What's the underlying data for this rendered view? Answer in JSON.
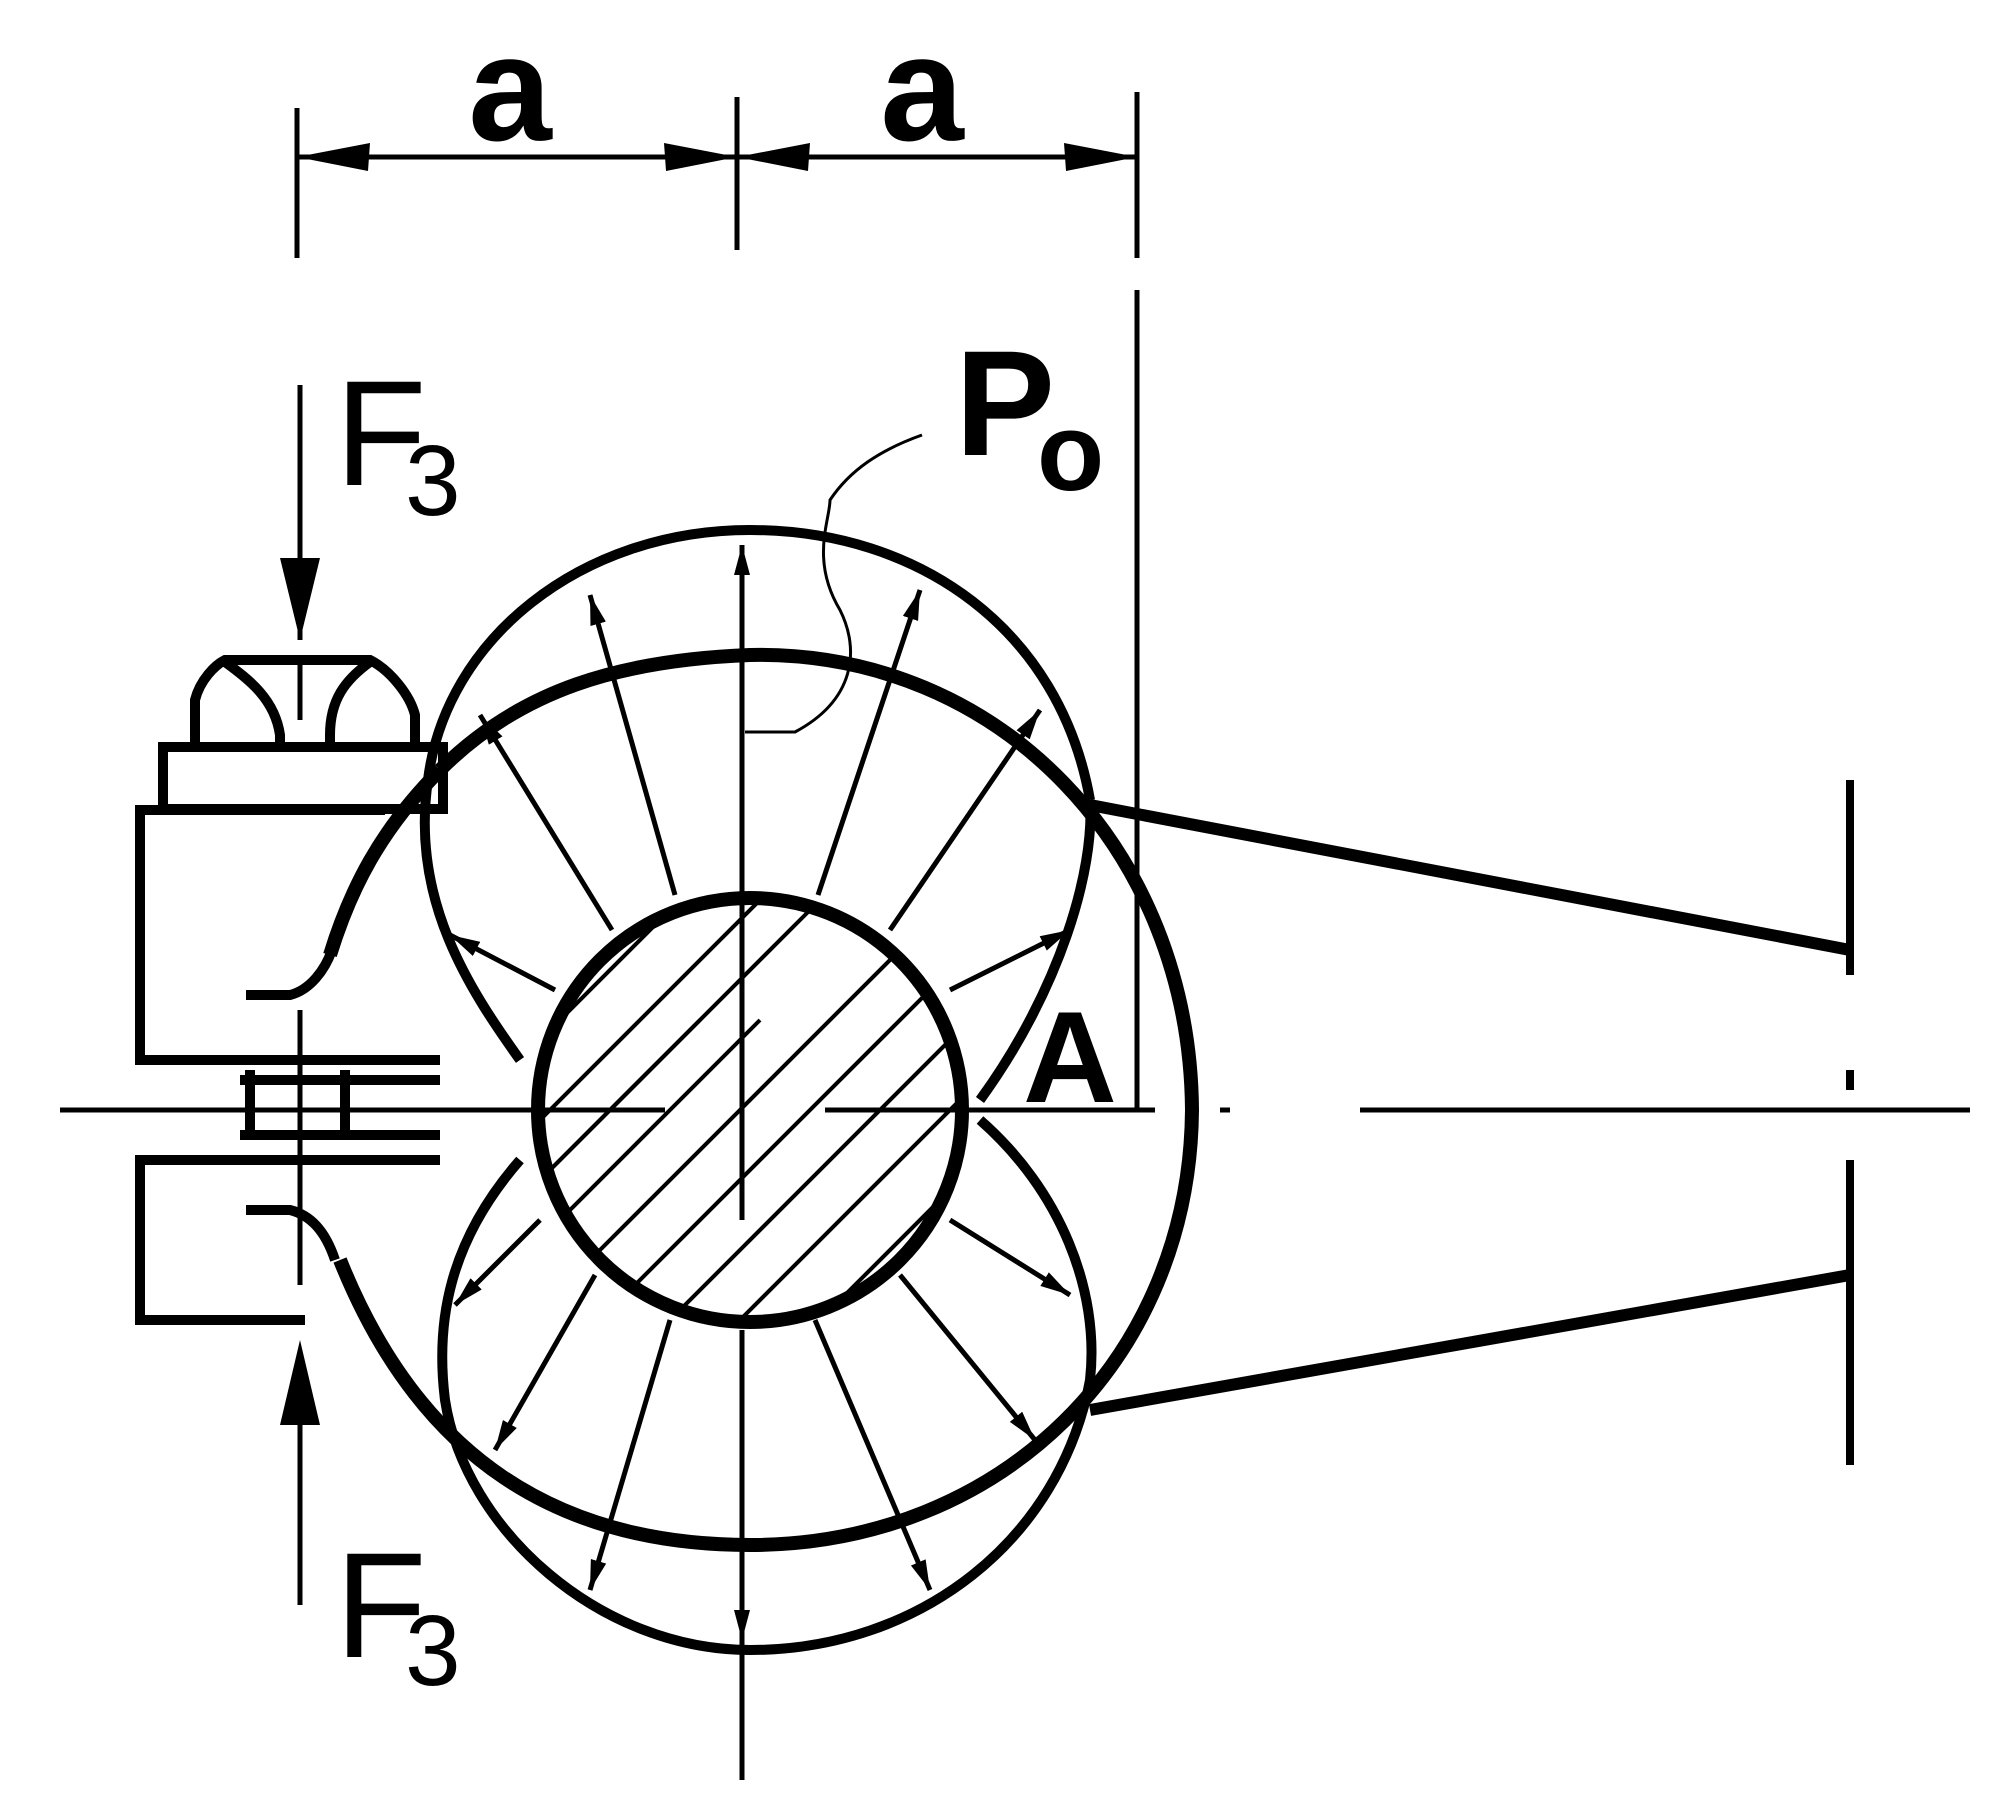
{
  "labels": {
    "dim_left": "a",
    "dim_right": "a",
    "pressure_main": "P",
    "pressure_sub": "o",
    "point": "A",
    "force_top_main": "F",
    "force_top_sub": "3",
    "force_bottom_main": "F",
    "force_bottom_sub": "3"
  },
  "colors": {
    "ink": "#000000",
    "background": "#ffffff"
  }
}
